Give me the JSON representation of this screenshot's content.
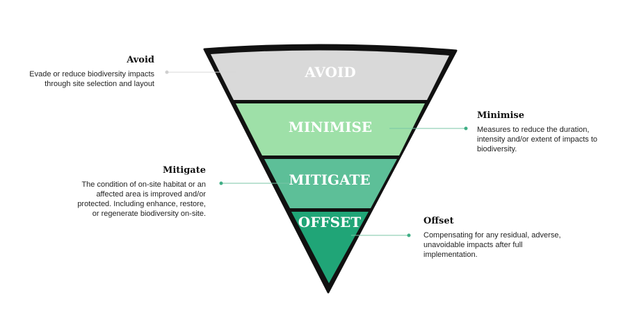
{
  "layers": [
    {
      "label": "AVOID",
      "color": "#d9d9d9"
    },
    {
      "label": "MINIMISE",
      "color": "#9ee0a8"
    },
    {
      "label": "MITIGATE",
      "color": "#5dbf98"
    },
    {
      "label": "OFFSET",
      "color": "#20a577"
    }
  ],
  "outline_color": "#111111",
  "connector_color": "#78c6a6",
  "notes": {
    "avoid": {
      "title": "Avoid",
      "text": "Evade or reduce biodiversity impacts through site selection and layout"
    },
    "minimise": {
      "title": "Minimise",
      "text": "Measures to reduce the duration, intensity and/or extent of impacts to biodiversity."
    },
    "mitigate": {
      "title": "Mitigate",
      "text": "The condition of on-site habitat or an affected area is improved and/or protected. Including enhance, restore, or regenerate biodiversity on-site."
    },
    "offset": {
      "title": "Offset",
      "text": "Compensating for any residual, adverse, unavoidable impacts after full implementation."
    }
  }
}
